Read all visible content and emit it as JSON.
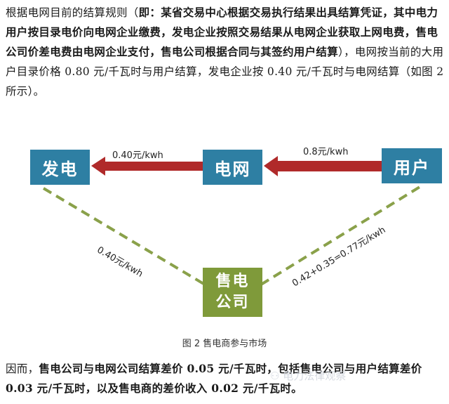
{
  "intro": {
    "prefix": "根据电网目前的结算规则（",
    "bold": "即：某省交易中心根据交易执行结果出具结算凭证，其中电力用户按目录电价向电网企业缴费，发电企业按照交易结果从电网企业获取上网电费，售电公司价差电费由电网企业支付，售电公司根据合同与其签约用户结算",
    "suffix": "），电网按当前的大用户目录价格 0.80 元/千瓦时与用户结算，发电企业按 0.40 元/千瓦时与电网结算（如图 2 所示）。"
  },
  "diagram": {
    "nodes": {
      "generator": "发电",
      "grid": "电网",
      "user": "用户",
      "retailer_line1": "售电",
      "retailer_line2": "公司"
    },
    "labels": {
      "grid_to_generator": "0.40元/kwh",
      "user_to_grid": "0.8元/kwh",
      "generator_retailer": "0.40元/kwh",
      "retailer_user": "0.42+0.35=0.77元/kwh"
    },
    "colors": {
      "node_blue": "#2e7fa3",
      "node_green": "#7f9a3a",
      "arrow": "#b02a2a",
      "dash": "#8aa14a"
    },
    "caption": "图 2 售电商参与市场"
  },
  "conclusion": {
    "prefix": "因而，",
    "bold": "售电公司与电网公司结算差价 0.05 元/千瓦时，包括售电公司与用户结算差价 0.03 元/千瓦时，以及售电商的差价收入 0.02 元/千瓦时。"
  },
  "watermark": "电力法律观察"
}
